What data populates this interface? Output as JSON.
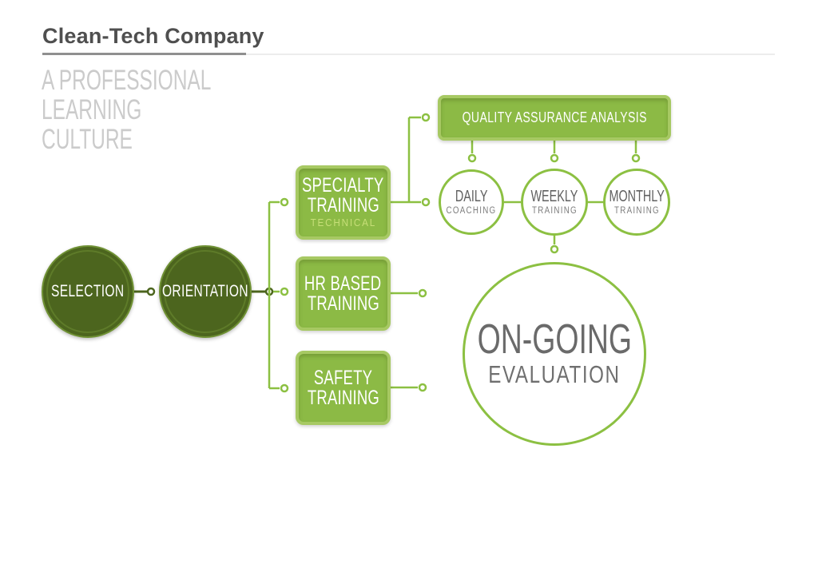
{
  "header": {
    "title": "Clean-Tech Company",
    "subtitle_line1": "A PROFESSIONAL",
    "subtitle_line2": "LEARNING",
    "subtitle_line3": "CULTURE"
  },
  "diagram": {
    "stage_circles": [
      {
        "label": "SELECTION"
      },
      {
        "label": "ORIENTATION"
      }
    ],
    "training_boxes": [
      {
        "line1": "SPECIALTY",
        "line2": "TRAINING",
        "sub": "TECHNICAL"
      },
      {
        "line1": "HR BASED",
        "line2": "TRAINING"
      },
      {
        "line1": "SAFETY",
        "line2": "TRAINING"
      }
    ],
    "qa_box": {
      "label": "QUALITY ASSURANCE ANALYSIS"
    },
    "cadence_circles": [
      {
        "title": "DAILY",
        "subtitle": "COACHING"
      },
      {
        "title": "WEEKLY",
        "subtitle": "TRAINING"
      },
      {
        "title": "MONTHLY",
        "subtitle": "TRAINING"
      }
    ],
    "evaluation_circle": {
      "title": "ON-GOING",
      "subtitle": "EVALUATION"
    }
  },
  "colors": {
    "dark_green": "#4c651e",
    "box_green": "#8cba45",
    "box_border_green": "#a7c963",
    "line_green": "#8cc042",
    "technical_text": "#c7df78",
    "title_gray": "#4f4f4f",
    "subtitle_gray": "#cbcbcb",
    "circle_text_gray": "#606060"
  }
}
